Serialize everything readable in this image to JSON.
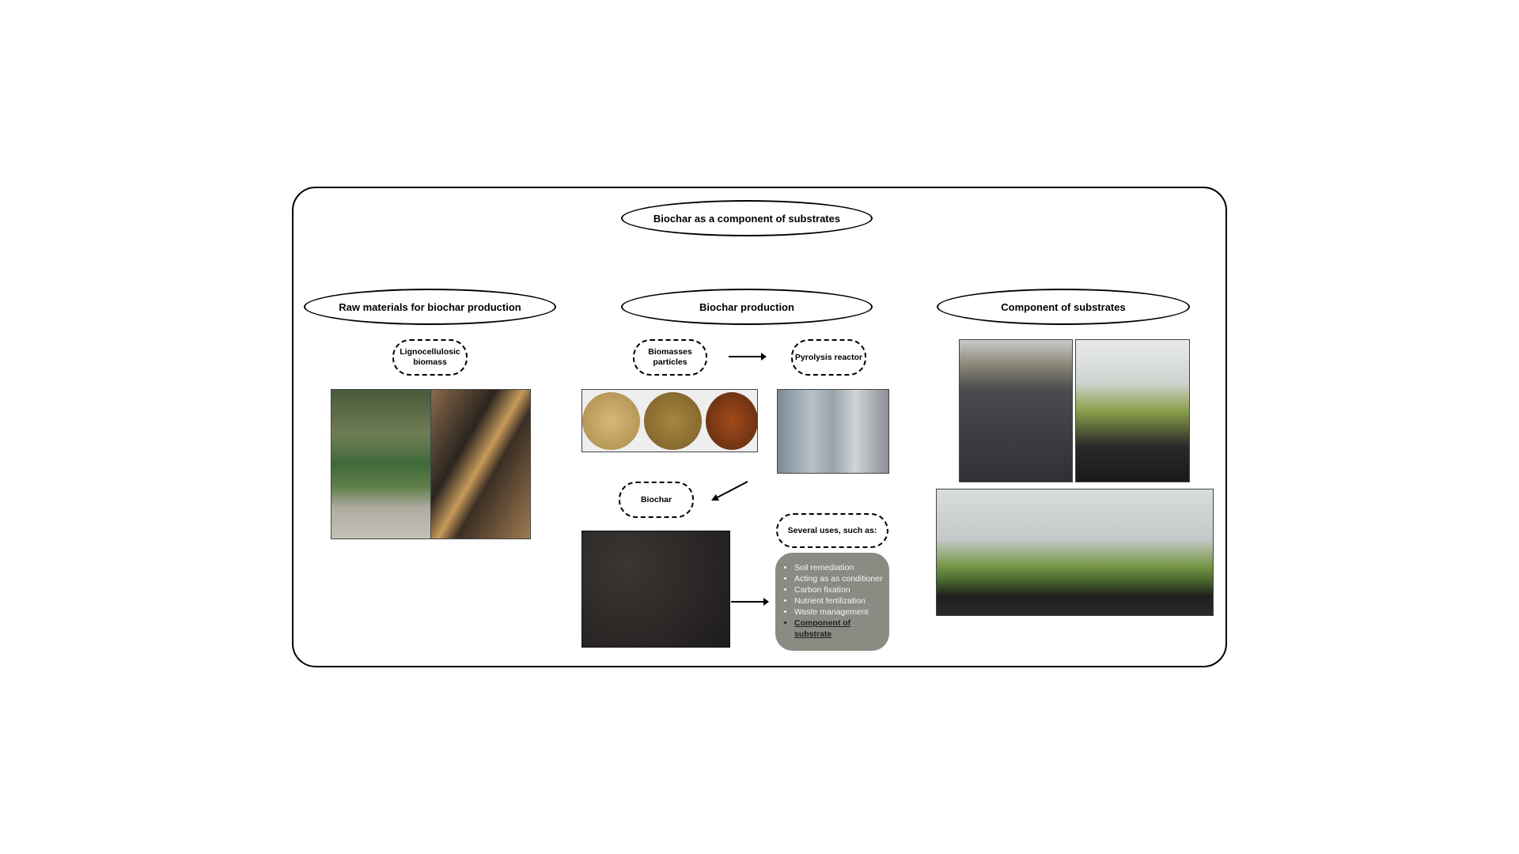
{
  "title": "Biochar as a component of substrates",
  "sections": {
    "raw": {
      "header": "Raw materials for biochar production",
      "label": "Lignocellulosic biomass"
    },
    "production": {
      "header": "Biochar production",
      "biomass_label": "Biomasses particles",
      "reactor_label": "Pyrolysis reactor",
      "biochar_label": "Biochar",
      "uses_label": "Several uses, such as:",
      "uses": [
        "Soil remediation",
        "Acting as as conditioner",
        "Carbon fixation",
        "Nutrient fertilization",
        "Waste management",
        "Component of substrate"
      ]
    },
    "substrates": {
      "header": "Component of substrates"
    }
  }
}
